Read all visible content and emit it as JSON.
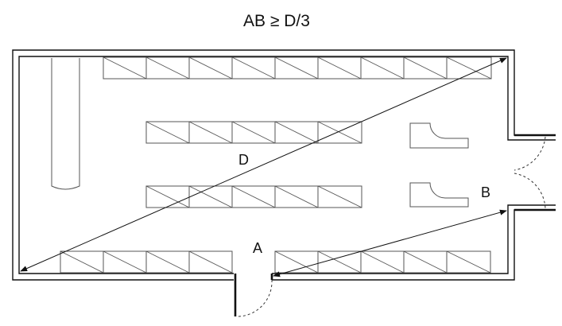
{
  "title": "AB ≥ D/3",
  "labels": {
    "diagonal": "D",
    "point_a": "A",
    "point_b": "B"
  },
  "colors": {
    "line": "#111111",
    "shelf": "#555555",
    "background": "#ffffff"
  }
}
